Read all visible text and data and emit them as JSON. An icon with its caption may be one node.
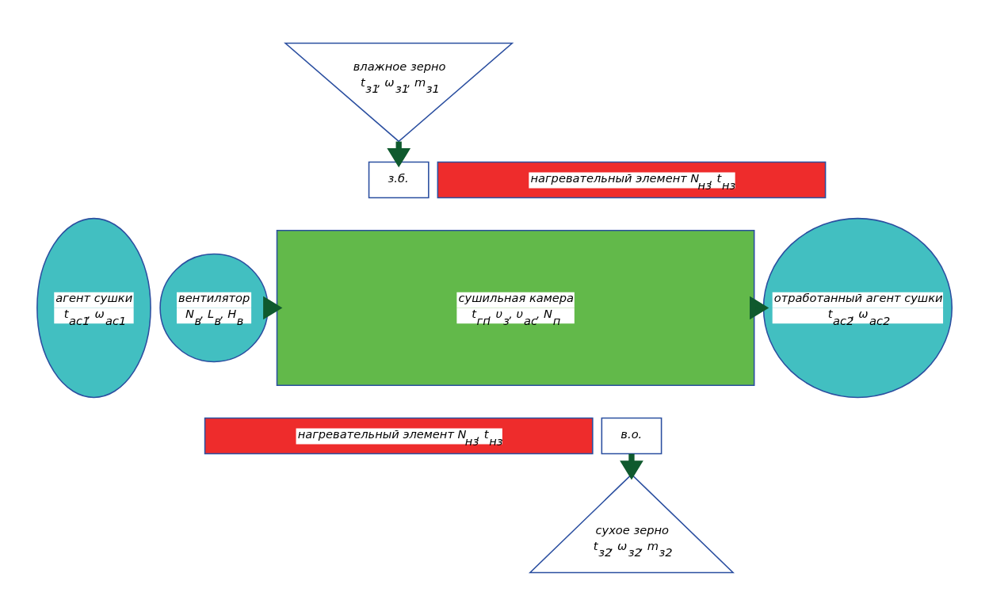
{
  "diagram": {
    "nodes": [
      {
        "text": [
          "влажное зерно",
          "t$_{з1}$, ω$_{з1}$, m$_{з1}$"
        ]
      },
      {
        "text": [
          "агент сушки",
          "t$_{ас1}$, ω$_{ас1}$"
        ]
      },
      {
        "text": [
          "вентилятор",
          "N$_{в}$, L$_{в}$, H$_{в}$"
        ]
      },
      {
        "text": [
          "з.б."
        ]
      },
      {
        "text": [
          "нагревательный элемент N$_{нз}$, t$_{нз}$"
        ]
      },
      {
        "text": [
          "сушильная камера",
          "t$_{гп}$, υ$_{з}$, υ$_{ас}$, N$_{п}$"
        ]
      },
      {
        "text": [
          "нагревательный элемент N$_{нз}$, t$_{нз}$"
        ]
      },
      {
        "text": [
          "в.о."
        ]
      },
      {
        "text": [
          "отработанный агент сушки",
          "t$_{ас2}$, ω$_{ас2}$"
        ]
      },
      {
        "text": [
          "сухое зерно",
          "t$_{з2}$, ω$_{з2}$, m$_{з2}$"
        ]
      }
    ],
    "edges": [
      {
        "from": 0,
        "to": 3,
        "arrow": "to"
      },
      {
        "from": 2,
        "to": 5,
        "arrow": "to"
      },
      {
        "from": 5,
        "to": 8,
        "arrow": "to"
      },
      {
        "from": 7,
        "to": 9,
        "arrow": "to"
      }
    ]
  }
}
